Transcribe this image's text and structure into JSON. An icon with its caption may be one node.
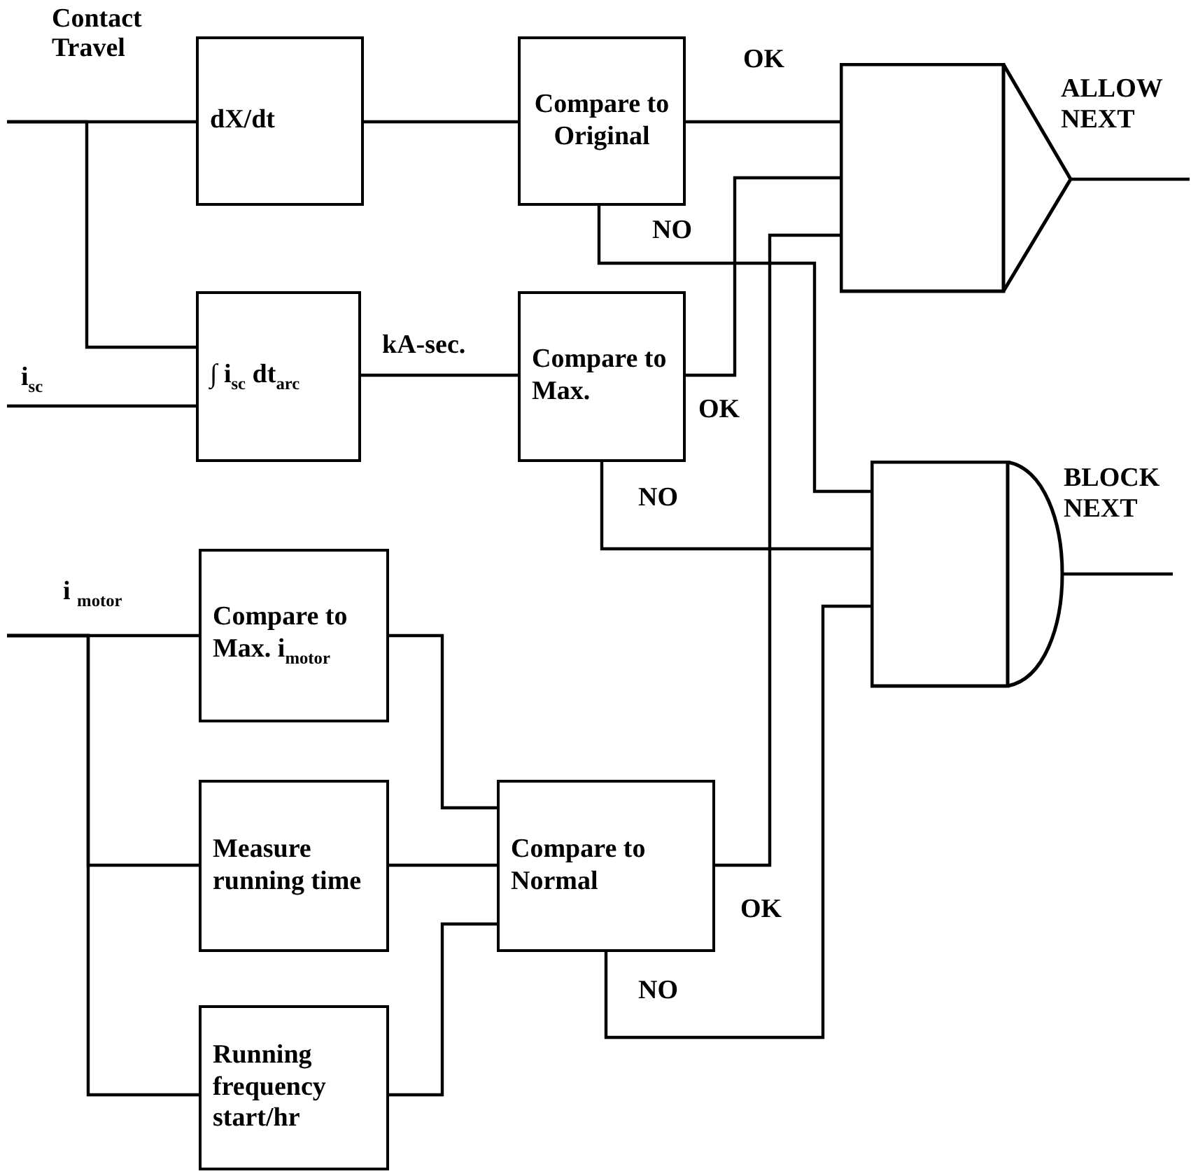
{
  "diagram": {
    "nodes": [
      {
        "text": [
          "dX/dt"
        ]
      },
      {
        "text": [
          "Compare to Original"
        ]
      },
      {
        "text": [
          "ALLOW NEXT"
        ]
      },
      {
        "text": [
          "∫ i$_{sc}$ dt$_{arc}$"
        ]
      },
      {
        "text": [
          "Compare to Max."
        ]
      },
      {
        "text": [
          "BLOCK NEXT"
        ]
      },
      {
        "text": [
          "Compare to Max. i$_{motor}$"
        ]
      },
      {
        "text": [
          "Measure running time"
        ]
      },
      {
        "text": [
          "Compare to Normal"
        ]
      },
      {
        "text": [
          "Running frequency start/hr"
        ]
      }
    ],
    "edges": [
      {
        "from": null,
        "to": 0,
        "arrow": "none",
        "label": "Contact Travel"
      },
      {
        "from": null,
        "to": 3,
        "arrow": "none"
      },
      {
        "from": null,
        "to": 3,
        "arrow": "none",
        "label": "i$_{sc}$"
      },
      {
        "from": 0,
        "to": 1,
        "arrow": "none"
      },
      {
        "from": 3,
        "to": 4,
        "arrow": "none",
        "label": "kA-sec."
      },
      {
        "from": 1,
        "to": 2,
        "arrow": "none",
        "label": "OK"
      },
      {
        "from": 1,
        "to": 5,
        "arrow": "none",
        "label": "NO"
      },
      {
        "from": 4,
        "to": 2,
        "arrow": "none",
        "label": "OK"
      },
      {
        "from": 4,
        "to": 5,
        "arrow": "none",
        "label": "NO"
      },
      {
        "from": null,
        "to": 6,
        "arrow": "none",
        "label": "i $_{motor}$"
      },
      {
        "from": null,
        "to": 7,
        "arrow": "none"
      },
      {
        "from": null,
        "to": 9,
        "arrow": "none"
      },
      {
        "from": 6,
        "to": 8,
        "arrow": "none"
      },
      {
        "from": 7,
        "to": 8,
        "arrow": "none"
      },
      {
        "from": 9,
        "to": 8,
        "arrow": "none"
      },
      {
        "from": 8,
        "to": 2,
        "arrow": "none",
        "label": "OK"
      },
      {
        "from": 8,
        "to": 5,
        "arrow": "none",
        "label": "NO"
      },
      {
        "from": 2,
        "to": null,
        "arrow": "none"
      },
      {
        "from": 5,
        "to": null,
        "arrow": "none"
      }
    ]
  }
}
